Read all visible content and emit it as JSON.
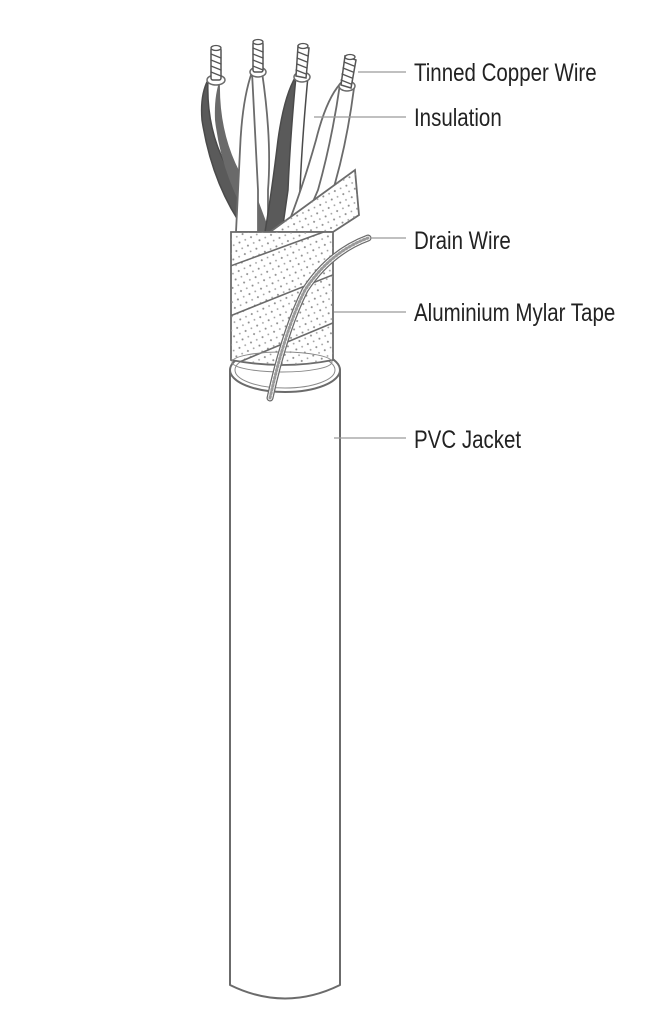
{
  "diagram": {
    "labels": {
      "tinned_copper_wire": "Tinned Copper Wire",
      "insulation": "Insulation",
      "drain_wire": "Drain Wire",
      "aluminium_mylar_tape": "Aluminium Mylar Tape",
      "pvc_jacket": "PVC Jacket"
    }
  },
  "colors": {
    "outline": "#6b6b6b",
    "dark_insulation": "#5a5a5a",
    "leader_line": "#9a9a9a",
    "text": "#222222",
    "background": "#ffffff"
  }
}
